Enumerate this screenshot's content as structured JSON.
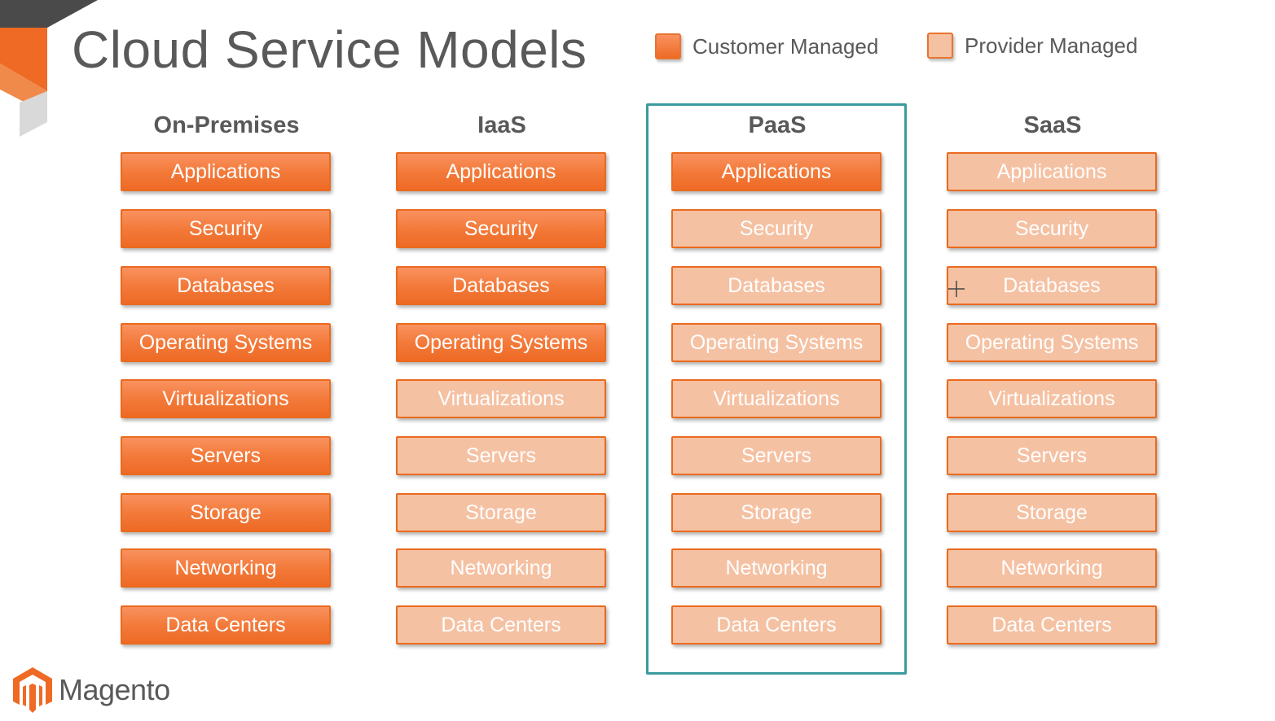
{
  "title": "Cloud Service Models",
  "legend": {
    "customer": {
      "label": "Customer Managed",
      "color": "#f37a3a"
    },
    "provider": {
      "label": "Provider Managed",
      "color": "#f5c1a3"
    }
  },
  "colors": {
    "customer_fill": "#f37a3a",
    "provider_fill": "#f5c1a3",
    "border": "#ea6a1e",
    "highlight": "#3a9ba0",
    "text_gray": "#595959"
  },
  "layers": [
    "Applications",
    "Security",
    "Databases",
    "Operating Systems",
    "Virtualizations",
    "Servers",
    "Storage",
    "Networking",
    "Data Centers"
  ],
  "columns": [
    {
      "name": "On-Premises",
      "managed": [
        "customer",
        "customer",
        "customer",
        "customer",
        "customer",
        "customer",
        "customer",
        "customer",
        "customer"
      ]
    },
    {
      "name": "IaaS",
      "managed": [
        "customer",
        "customer",
        "customer",
        "customer",
        "provider",
        "provider",
        "provider",
        "provider",
        "provider"
      ]
    },
    {
      "name": "PaaS",
      "highlighted": true,
      "managed": [
        "customer",
        "provider",
        "provider",
        "provider",
        "provider",
        "provider",
        "provider",
        "provider",
        "provider"
      ]
    },
    {
      "name": "SaaS",
      "managed": [
        "provider",
        "provider",
        "provider",
        "provider",
        "provider",
        "provider",
        "provider",
        "provider",
        "provider"
      ]
    }
  ],
  "brand": {
    "name": "Magento",
    "icon": "magento-logo-icon"
  }
}
